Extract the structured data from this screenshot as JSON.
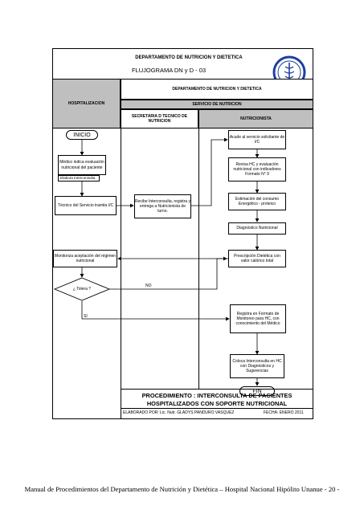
{
  "title": {
    "department": "DEPARTAMENTO DE NUTRICION Y DIETETICA",
    "flujograma": "FLUJOGRAMA DN y D - 03"
  },
  "lanes": {
    "department": "DEPARTAMENTO DE NUTRICION Y DIETETICA",
    "hospitalizacion": "HOSPITALIZACION",
    "servicio": "SERVICIO DE NUTRICION",
    "secretaria": "SECRETARIA D TECNICO DE NUTRICION",
    "nutricionista": "NUTRICIONISTA"
  },
  "nodes": {
    "inicio": "INICIO",
    "acude": "Acude al servicio solicitante de I/C",
    "medico": "Médico indica evaluación nutricional del paciente",
    "elabora": "Elabora Interconsulta",
    "revisa": "Revisa HC y evaluación nutricional con indicadores Formato N° 9",
    "tecnico": "Técnico del Servicio tramita I/C",
    "recibe": "Recibe Interconsulta, registra y entrega a Nutricionista de turno.",
    "estimacion": "Estimación del consumo Energético - proteico",
    "diagnostico": "Diagnóstico Nutricional",
    "monitoriza": "Monitoriza aceptación del régimen nutricional",
    "prescripcion": "Prescripción Dietética con valor calórico total",
    "tolera": "¿ Tolera ?",
    "no": "NO",
    "si": "SI",
    "registra": "Registra en Formato de Monitoreo para HC, con conocimiento del Médico",
    "coloca": "Coloca Interconsulta en HC con Diagnósticos y Sugerencias",
    "fin": "FIN"
  },
  "procedure": {
    "line1": "PROCEDIMIENTO : INTERCONSULTA DE PACIENTES",
    "line2": "HOSPITALIZADOS CON SOPORTE NUTRICIONAL",
    "elaborado": "ELABORADO POR: Lic. Nutr. GLADYS PANDURO VASQUEZ",
    "fecha": "FECHA:  ENERO 2011"
  },
  "footer": "Manual de Procedimientos del Departamento de Nutrición y Dietética – Hospital Nacional Hipólito Unanue    - 20 -",
  "colors": {
    "header_fill": "#bfbfbf",
    "logo_blue": "#1f3fa0"
  }
}
